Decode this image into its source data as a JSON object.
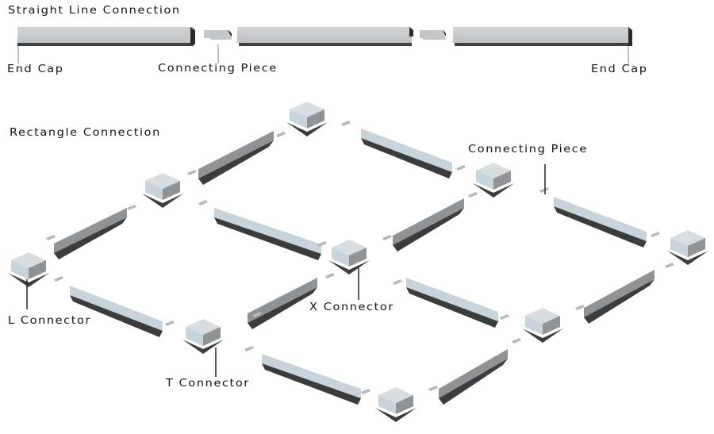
{
  "straight_section": {
    "title": "Straight Line Connection",
    "labels": {
      "end_cap_left": "End Cap",
      "connecting_piece": "Connecting Piece",
      "end_cap_right": "End Cap"
    },
    "segments": 3,
    "connectors": 2
  },
  "rectangle_section": {
    "title": "Rectangle Connection",
    "labels": {
      "connecting_piece": "Connecting Piece",
      "x_connector": "X Connector",
      "l_connector": "L Connector",
      "t_connector": "T Connector"
    }
  },
  "colors": {
    "profile_light": "#c6cacd",
    "profile_top": "#d7dde1",
    "profile_side": "#8f9396",
    "profile_shadow": "#3c3c3c",
    "profile_blue": "#c9d3da",
    "leader_line": "#222222",
    "text": "#111111"
  }
}
